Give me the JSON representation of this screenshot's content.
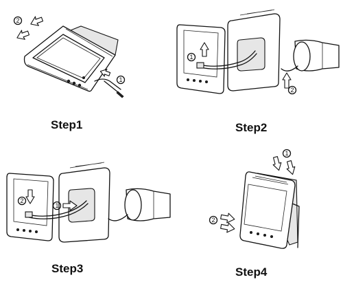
{
  "steps": [
    {
      "label": "Step1",
      "callouts": [
        "2",
        "1"
      ]
    },
    {
      "label": "Step2",
      "callouts": [
        "1",
        "2"
      ]
    },
    {
      "label": "Step3",
      "callouts": [
        "2",
        "1"
      ]
    },
    {
      "label": "Step4",
      "callouts": [
        "1",
        "2"
      ]
    }
  ],
  "colors": {
    "line": "#111111",
    "background": "#ffffff",
    "shade": "#e6e6e6"
  }
}
